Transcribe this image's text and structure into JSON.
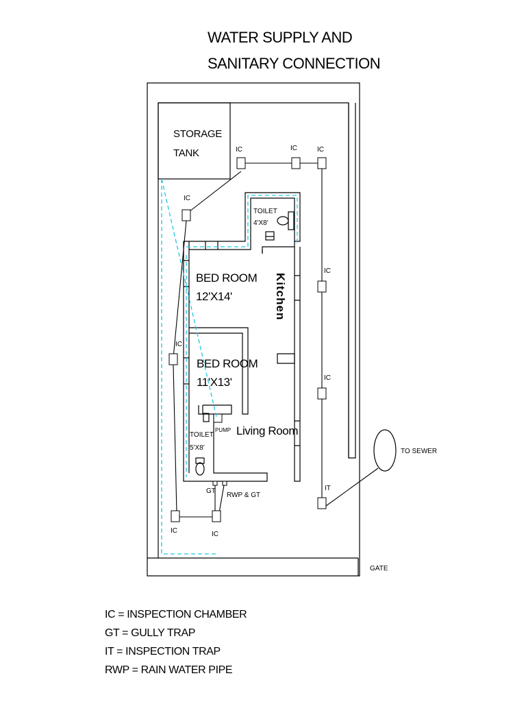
{
  "title": {
    "line1": "WATER SUPPLY AND",
    "line2": "SANITARY CONNECTION"
  },
  "rooms": {
    "storage_tank_line1": "STORAGE",
    "storage_tank_line2": "TANK",
    "toilet_top_name": "TOILET",
    "toilet_top_size": "4'X8'",
    "bed_room_1_name": "BED ROOM",
    "bed_room_1_size": "12'X14'",
    "kitchen": "Kitchen",
    "bed_room_2_name": "BED ROOM",
    "bed_room_2_size": "11'X13'",
    "toilet_bottom_name": "TOILET",
    "toilet_bottom_size": "5'X8'",
    "pump": "PUMP",
    "living_room": "Living Room"
  },
  "labels": {
    "ic": "IC",
    "it": "IT",
    "gt": "GT",
    "rwp_gt": "RWP & GT",
    "to_sewer": "TO SEWER",
    "gate": "GATE"
  },
  "legend": [
    "IC = INSPECTION CHAMBER",
    "GT = GULLY TRAP",
    "IT = INSPECTION TRAP",
    "RWP = RAIN WATER PIPE"
  ],
  "colors": {
    "water_line": "#1fc6e6",
    "lines": "#000000"
  }
}
